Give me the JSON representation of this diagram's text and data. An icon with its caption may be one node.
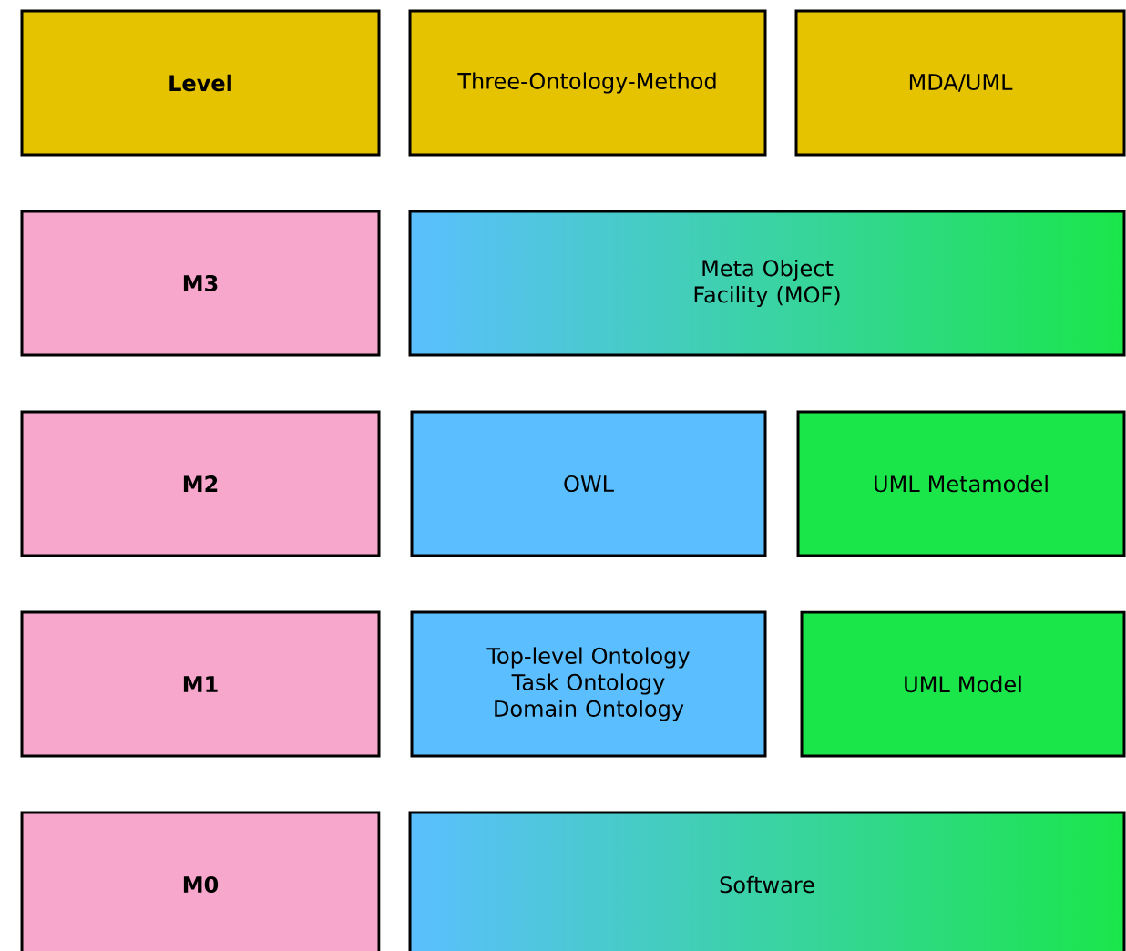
{
  "diagram": {
    "nodes": [
      {
        "text": [
          "Level"
        ]
      },
      {
        "text": [
          "Three-Ontology-Method"
        ]
      },
      {
        "text": [
          "MDA/UML"
        ]
      },
      {
        "text": [
          "M3"
        ]
      },
      {
        "text": [
          "Meta Object Facility (MOF)"
        ]
      },
      {
        "text": [
          "M2"
        ]
      },
      {
        "text": [
          "OWL"
        ]
      },
      {
        "text": [
          "UML Metamodel"
        ]
      },
      {
        "text": [
          "M1"
        ]
      },
      {
        "text": [
          "Top-level Ontology Task Ontology Domain Ontology"
        ]
      },
      {
        "text": [
          "UML Model"
        ]
      },
      {
        "text": [
          "M0"
        ]
      },
      {
        "text": [
          "Software"
        ]
      }
    ]
  }
}
